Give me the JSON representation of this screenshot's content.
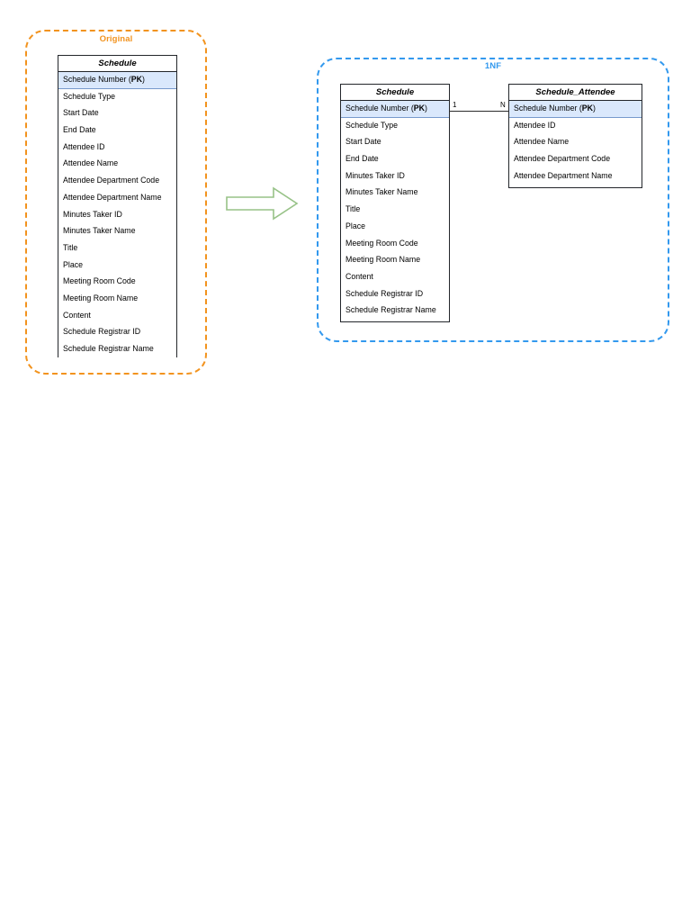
{
  "diagram": {
    "type": "entity-relationship-normalization",
    "groups": [
      {
        "id": "original",
        "label": "Original",
        "color": "#f2931e",
        "border_style": "dashed"
      },
      {
        "id": "1nf",
        "label": "1NF",
        "color": "#3399ee",
        "border_style": "dashed"
      }
    ],
    "arrow": {
      "name": "transform-arrow",
      "direction": "right",
      "stroke": "#97c287",
      "fill": "#ffffff"
    },
    "relationship": {
      "from_label": "1",
      "to_label": "N",
      "from_entity": "Schedule",
      "to_entity": "Schedule_Attendee",
      "line_color": "#2b2b2b"
    },
    "pk_fill": "#dae8fc",
    "entities": [
      {
        "id": "original-schedule",
        "title": "Schedule",
        "group": "original",
        "attributes": [
          {
            "name": "Schedule Number",
            "key": "PK"
          },
          {
            "name": "Schedule Type",
            "key": ""
          },
          {
            "name": "Start Date",
            "key": ""
          },
          {
            "name": "End Date",
            "key": ""
          },
          {
            "name": "Attendee ID",
            "key": ""
          },
          {
            "name": "Attendee Name",
            "key": ""
          },
          {
            "name": "Attendee Department Code",
            "key": ""
          },
          {
            "name": "Attendee Department Name",
            "key": ""
          },
          {
            "name": "Minutes Taker ID",
            "key": ""
          },
          {
            "name": "Minutes Taker Name",
            "key": ""
          },
          {
            "name": "Title",
            "key": ""
          },
          {
            "name": "Place",
            "key": ""
          },
          {
            "name": "Meeting Room Code",
            "key": ""
          },
          {
            "name": "Meeting Room Name",
            "key": ""
          },
          {
            "name": "Content",
            "key": ""
          },
          {
            "name": "Schedule Registrar ID",
            "key": ""
          },
          {
            "name": "Schedule Registrar Name",
            "key": ""
          }
        ]
      },
      {
        "id": "1nf-schedule",
        "title": "Schedule",
        "group": "1nf",
        "attributes": [
          {
            "name": "Schedule Number",
            "key": "PK"
          },
          {
            "name": "Schedule Type",
            "key": ""
          },
          {
            "name": "Start Date",
            "key": ""
          },
          {
            "name": "End Date",
            "key": ""
          },
          {
            "name": "Minutes Taker ID",
            "key": ""
          },
          {
            "name": "Minutes Taker Name",
            "key": ""
          },
          {
            "name": "Title",
            "key": ""
          },
          {
            "name": "Place",
            "key": ""
          },
          {
            "name": "Meeting Room Code",
            "key": ""
          },
          {
            "name": "Meeting Room Name",
            "key": ""
          },
          {
            "name": "Content",
            "key": ""
          },
          {
            "name": "Schedule Registrar ID",
            "key": ""
          },
          {
            "name": "Schedule Registrar Name",
            "key": ""
          }
        ]
      },
      {
        "id": "1nf-schedule-attendee",
        "title": "Schedule_Attendee",
        "group": "1nf",
        "attributes": [
          {
            "name": "Schedule Number",
            "key": "PK"
          },
          {
            "name": "Attendee ID",
            "key": ""
          },
          {
            "name": "Attendee Name",
            "key": ""
          },
          {
            "name": "Attendee Department Code",
            "key": ""
          },
          {
            "name": "Attendee Department Name",
            "key": ""
          }
        ]
      }
    ]
  }
}
